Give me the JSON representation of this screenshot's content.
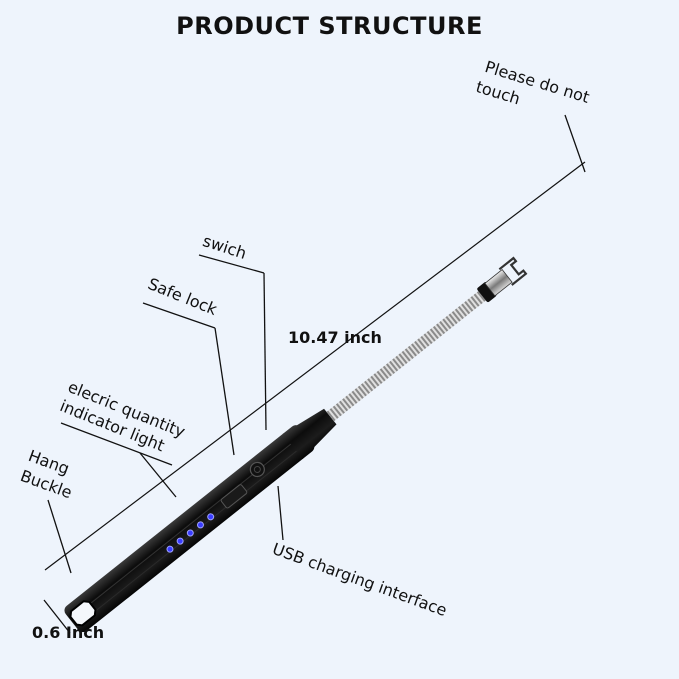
{
  "title": "PRODUCT STRUCTURE",
  "product": "Electric arc lighter",
  "labels": {
    "please_do_not_touch_line1": "Please do not",
    "please_do_not_touch_line2": "touch",
    "switch": "swich",
    "safe_lock": "Safe lock",
    "indicator_line1": "elecric quantity",
    "indicator_line2": "indicator light",
    "hang_buckle_line1": "Hang",
    "hang_buckle_line2": "Buckle",
    "usb": "USB charging interface"
  },
  "dimensions": {
    "length": "10.47 inch",
    "width": "0.6 Inch"
  },
  "indicator_lights": {
    "count": 5,
    "color": "#3a3dff"
  },
  "colors": {
    "background": "#eef4fc",
    "body": "#141414",
    "neck": "#9a9a9a",
    "text": "#111111"
  }
}
